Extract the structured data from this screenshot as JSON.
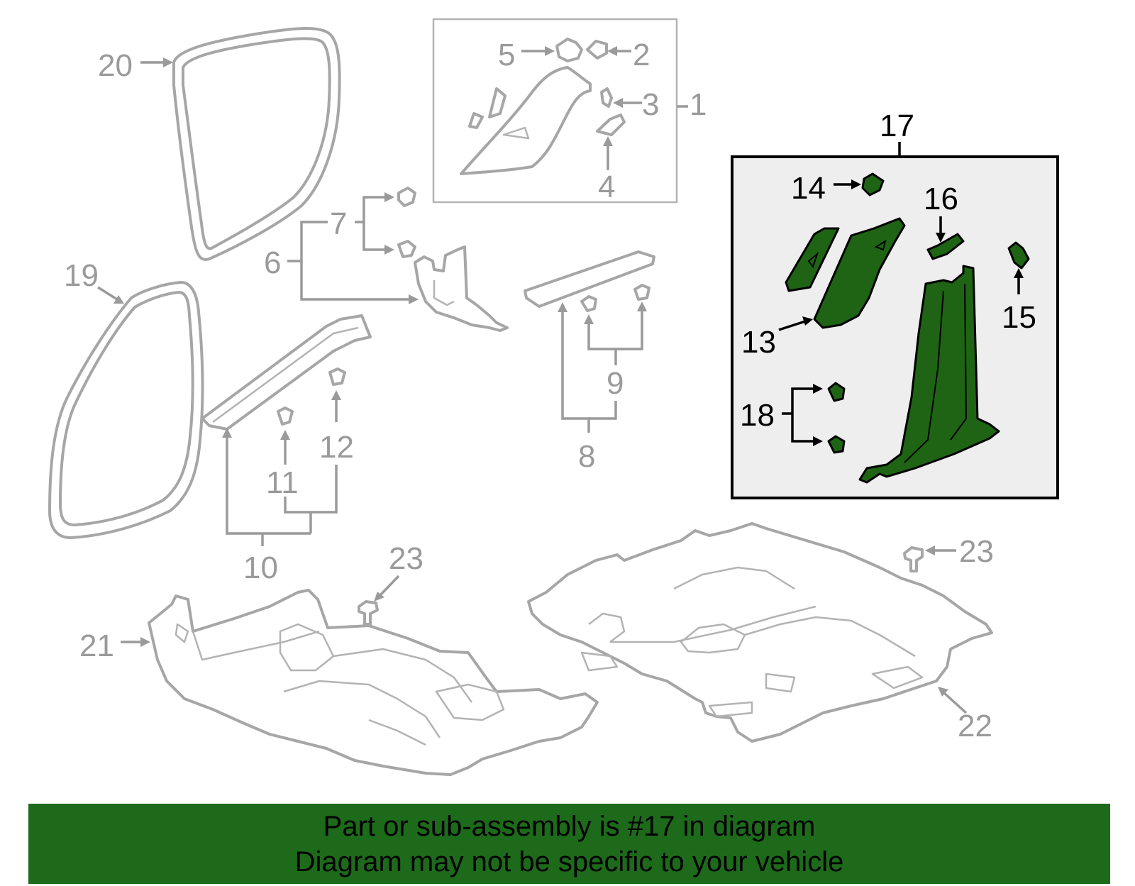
{
  "diagram": {
    "callouts": [
      {
        "id": "c1",
        "text": "1"
      },
      {
        "id": "c2",
        "text": "2"
      },
      {
        "id": "c3",
        "text": "3"
      },
      {
        "id": "c4",
        "text": "4"
      },
      {
        "id": "c5",
        "text": "5"
      },
      {
        "id": "c6",
        "text": "6"
      },
      {
        "id": "c7",
        "text": "7"
      },
      {
        "id": "c8",
        "text": "8"
      },
      {
        "id": "c9",
        "text": "9"
      },
      {
        "id": "c10",
        "text": "10"
      },
      {
        "id": "c11",
        "text": "11"
      },
      {
        "id": "c12",
        "text": "12"
      },
      {
        "id": "c13",
        "text": "13"
      },
      {
        "id": "c14",
        "text": "14"
      },
      {
        "id": "c15",
        "text": "15"
      },
      {
        "id": "c16",
        "text": "16"
      },
      {
        "id": "c17",
        "text": "17"
      },
      {
        "id": "c18",
        "text": "18"
      },
      {
        "id": "c19",
        "text": "19"
      },
      {
        "id": "c20",
        "text": "20"
      },
      {
        "id": "c21",
        "text": "21"
      },
      {
        "id": "c22",
        "text": "22"
      },
      {
        "id": "c23a",
        "text": "23"
      },
      {
        "id": "c23b",
        "text": "23"
      }
    ],
    "highlight_color": "#1e6414",
    "line_color": "#a6a6a6"
  },
  "banner": {
    "line1": "Part or sub-assembly is #17 in diagram",
    "line2": "Diagram may not be specific to your vehicle",
    "background": "#1d6a1b"
  }
}
